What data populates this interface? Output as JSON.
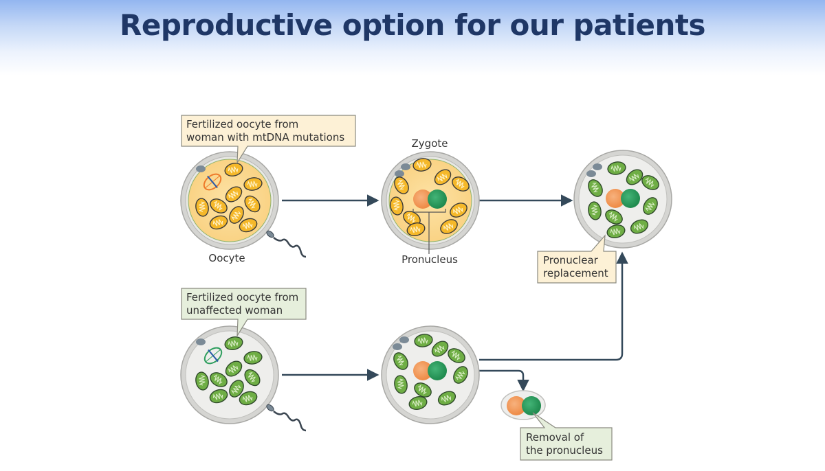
{
  "slide": {
    "title": "Reproductive option for our patients"
  },
  "diagram": {
    "callouts": {
      "affected_oocyte": [
        "Fertilized oocyte from",
        "woman with mtDNA mutations"
      ],
      "unaffected_oocyte": [
        "Fertilized oocyte from",
        "unaffected woman"
      ],
      "pronuclear_replacement": [
        "Pronuclear",
        "replacement"
      ],
      "removal": [
        "Removal of",
        "the pronucleus"
      ]
    },
    "labels": {
      "oocyte": "Oocyte",
      "zygote": "Zygote",
      "pronucleus": "Pronucleus"
    },
    "colors": {
      "affected_cytoplasm": "#fbd98a",
      "affected_mito": "#f5b82a",
      "healthy_cytoplasm": "#eeeeec",
      "healthy_mito": "#6fae45",
      "maternal_pronucleus": "#f0904a",
      "paternal_pronucleus": "#2e9e5e",
      "arrow": "#34495a",
      "callout_yellow": "#fdf1d6",
      "callout_green": "#e6efdc"
    }
  }
}
